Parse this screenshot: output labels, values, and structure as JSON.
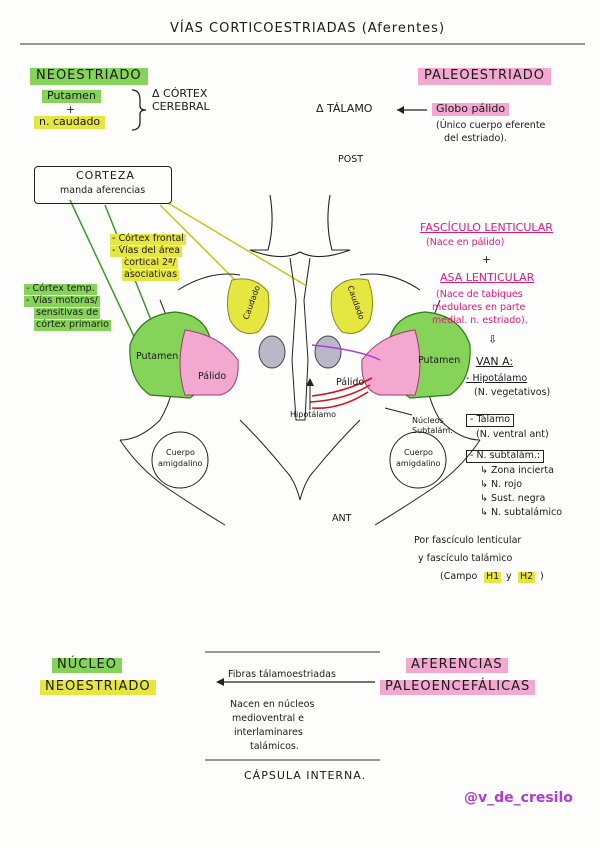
{
  "title": "VÍAS CORTICOESTRIADAS (Aferentes)",
  "neoestriado": {
    "heading": "NEOESTRIADO",
    "putamen": "Putamen",
    "plus": "+",
    "caudado": "n. caudado",
    "target": "Δ CÓRTEX CEREBRAL"
  },
  "paleoestriado": {
    "heading": "PALEOESTRIADO",
    "talamo": "Δ TÁLAMO",
    "globo": "Globo pálido",
    "note1": "(Único cuerpo eferente",
    "note2": "del estriado)."
  },
  "corteza": {
    "line1": "CORTEZA",
    "line2": "manda aferencias"
  },
  "cortex_frontal": [
    "- Córtex frontal",
    "- Vías del área",
    "cortical 2ª/",
    "asociativas"
  ],
  "cortex_temp": [
    "- Córtex temp.",
    "- Vías motoras/",
    "sensitivas de",
    "córtex primario"
  ],
  "orientation": {
    "post": "POST",
    "ant": "ANT"
  },
  "brain_labels": {
    "putamen_left": "Putamen",
    "palido_left": "Pálido",
    "caudado_left": "Caudado",
    "caudado_right": "Caudado",
    "putamen_right": "Putamen",
    "palido_right": "Pálido",
    "hipotalamo": "Hipotálamo",
    "nucleos": "Núcleos",
    "subtalam": "Subtalám.",
    "amig_left": [
      "Cuerpo",
      "amigdalino"
    ],
    "amig_right": [
      "Cuerpo",
      "amigdalino"
    ]
  },
  "fasciculo": {
    "title": "FASCÍCULO LENTICULAR",
    "sub": "(Nace en pálido)",
    "plus": "+",
    "asa": "ASA LENTICULAR",
    "asa_sub": [
      "(Nace de tabiques",
      "medulares en parte",
      "medial. n. estriado)."
    ],
    "arrow": "⇩",
    "van": "VAN A:"
  },
  "van_a": [
    "- Hipotálamo",
    "(N. vegetativos)",
    "- Tálamo",
    "(N. ventral ant)",
    "- N. subtalám.:",
    "↳ Zona incierta",
    "↳ N. rojo",
    "↳ Sust. negra",
    "↳ N. subtalámico"
  ],
  "por": {
    "l1": "Por fascículo lenticular",
    "l2": "y fascículo talámico",
    "l3a": "(Campo",
    "h1": "H1",
    "l3b": "y",
    "h2": "H2",
    "l3c": ")"
  },
  "bottom": {
    "nucleo1": "NÚCLEO",
    "nucleo2": "NEOESTRIADO",
    "aferencias1": "AFERENCIAS",
    "aferencias2": "PALEOENCEFÁLICAS",
    "fibras": "Fibras tálamoestriadas",
    "nacen": [
      "Nacen en núcleos",
      "medioventral e",
      "interlaminares",
      "talámicos."
    ],
    "capsula": "CÁPSULA INTERNA."
  },
  "signature": "@v_de_cresilo",
  "colors": {
    "green": "#86d35a",
    "yellow": "#e6e640",
    "pink": "#f3a8d0",
    "magenta": "#d81b7a",
    "red": "#d01020",
    "purple": "#b03ad8"
  }
}
